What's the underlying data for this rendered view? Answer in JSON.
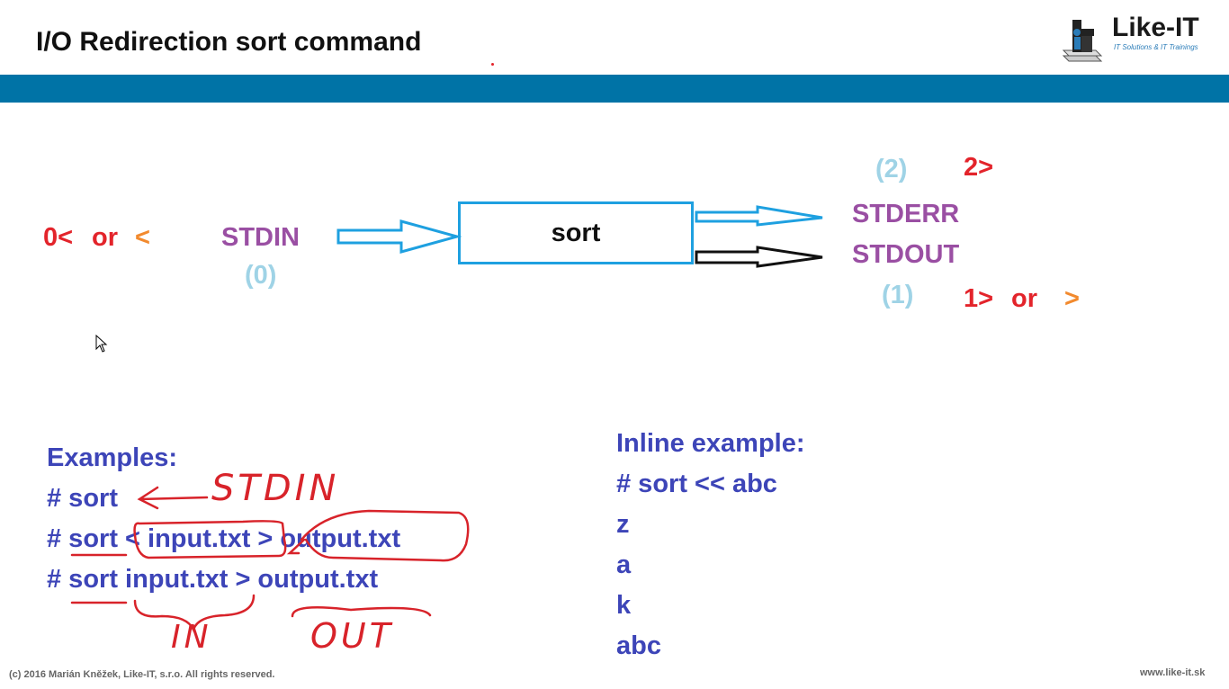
{
  "slide": {
    "title": "I/O Redirection   sort command",
    "logo": {
      "name": "Like-IT",
      "tagline": "IT Solutions & IT Trainings"
    },
    "diagram": {
      "stdin_redirect": {
        "zero": "0<",
        "or": "or",
        "short": "<"
      },
      "stdin_label": "STDIN",
      "stdin_fd": "(0)",
      "process": "sort",
      "stderr_fd": "(2)",
      "stderr_redirect": "2>",
      "stderr_label": "STDERR",
      "stdout_label": "STDOUT",
      "stdout_fd": "(1)",
      "stdout_redirect": {
        "one": "1>",
        "or": "or",
        "short": ">"
      }
    },
    "examples": {
      "heading": "Examples:",
      "lines": [
        "# sort",
        "# sort < input.txt > output.txt",
        "# sort input.txt > output.txt"
      ]
    },
    "inline": {
      "heading": "Inline example:",
      "lines": [
        "# sort << abc",
        "z",
        "a",
        "k",
        "abc"
      ]
    },
    "annotations": {
      "stdin": "STDIN",
      "in": "IN",
      "out": "OUT"
    },
    "footer": {
      "copyright": "(c) 2016 Marián Kněžek, Like-IT, s.r.o. All rights reserved.",
      "website": "www.like-it.sk"
    }
  },
  "colors": {
    "band": "#0073a6",
    "red": "#e3242b",
    "orange": "#f28a2e",
    "purple": "#9a4fa3",
    "light_blue": "#9fd3e6",
    "navy": "#3d45b8"
  }
}
